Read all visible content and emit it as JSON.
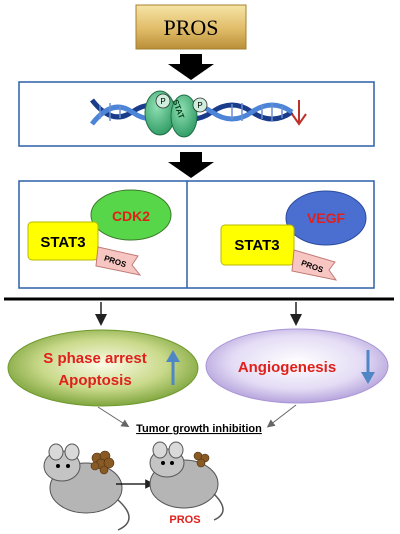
{
  "top_box": {
    "label": "PROS"
  },
  "dna_panel": {
    "stat_label": "STAT",
    "phospho_left": "P",
    "phospho_right": "P"
  },
  "complex_left": {
    "stat3_label": "STAT3",
    "partner_label": "CDK2",
    "pros_tag": "PROS"
  },
  "complex_right": {
    "stat3_label": "STAT3",
    "partner_label": "VEGF",
    "pros_tag": "PROS"
  },
  "outcomes": {
    "left": {
      "line1": "S phase arrest",
      "line2": "Apoptosis"
    },
    "right": {
      "label": "Angiogenesis"
    }
  },
  "summary": {
    "label": "Tumor growth inhibition"
  },
  "mice": {
    "treated_label": "PROS"
  },
  "colors": {
    "gold": "#d9b25a",
    "panel_border": "#2c5fa8",
    "stat3_yellow": "#ffff00",
    "cdk2_green": "#58d64a",
    "vegf_blue": "#4a6fd0",
    "red_text": "#e0201a",
    "pros_pink": "#f7c6c2",
    "arrow_blue": "#4f86c6",
    "arrow_red": "#c0302a"
  }
}
